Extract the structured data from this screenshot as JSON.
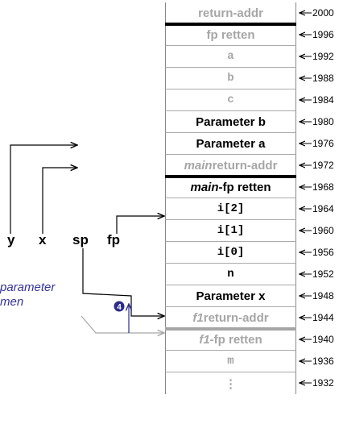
{
  "stack_cells": [
    {
      "label": "return-addr",
      "style": "gray"
    },
    {
      "label": "fp retten",
      "style": "gray"
    },
    {
      "label": "a",
      "style": "mono gray"
    },
    {
      "label": "b",
      "style": "mono gray"
    },
    {
      "label": "c",
      "style": "mono gray"
    },
    {
      "label": "Parameter b",
      "style": "bold"
    },
    {
      "label": "Parameter a",
      "style": "bold"
    },
    {
      "label_italic": "main",
      "label": " return-addr",
      "style": "gray"
    },
    {
      "label_italic": "main",
      "label": "-fp retten",
      "style": "bold"
    },
    {
      "label": "i[2]",
      "style": "mono"
    },
    {
      "label": "i[1]",
      "style": "mono"
    },
    {
      "label": "i[0]",
      "style": "mono"
    },
    {
      "label": "n",
      "style": "mono"
    },
    {
      "label": "Parameter x",
      "style": "bold"
    },
    {
      "label_italic": "f1",
      "label": " return-addr",
      "style": "gray"
    },
    {
      "label_italic": "f1",
      "label": "-fp retten",
      "style": "gray"
    },
    {
      "label": "m",
      "style": "mono gray"
    },
    {
      "label": "⋮",
      "style": "gray"
    }
  ],
  "addresses": [
    "2000",
    "1996",
    "1992",
    "1988",
    "1984",
    "1980",
    "1976",
    "1972",
    "1968",
    "1964",
    "1960",
    "1956",
    "1952",
    "1948",
    "1944",
    "1940",
    "1936",
    "1932"
  ],
  "registers": {
    "y": "y",
    "x": "x",
    "sp": "sp",
    "fp": "fp"
  },
  "note": {
    "line1": "parameter",
    "line2": "men"
  },
  "step_badge": "4",
  "colors": {
    "arrow_dark": "#000000",
    "arrow_gray": "#a6a6a6",
    "step_blue": "#2b2b8a",
    "text_gray": "#a6a6a6"
  }
}
